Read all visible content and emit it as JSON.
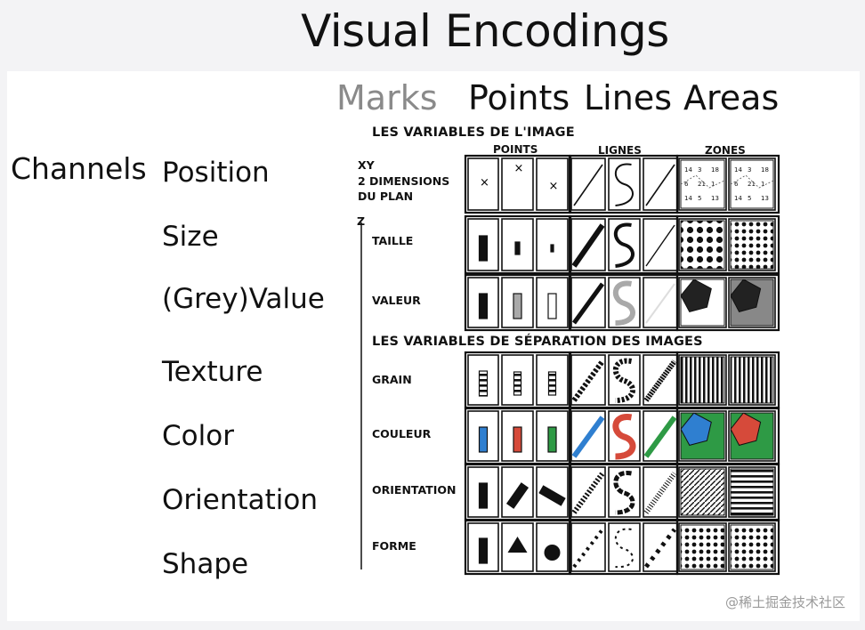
{
  "title": "Visual Encodings",
  "marks_header": {
    "label": "Marks",
    "points": "Points",
    "lines": "Lines",
    "areas": "Areas"
  },
  "channels_header": "Channels",
  "channels": [
    "Position",
    "Size",
    "(Grey)Value",
    "Texture",
    "Color",
    "Orientation",
    "Shape"
  ],
  "bertin": {
    "image_vars_title": "LES VARIABLES DE L'IMAGE",
    "separation_vars_title": "LES VARIABLES DE SÉPARATION DES IMAGES",
    "col_points": "POINTS",
    "col_lines": "LIGNES",
    "col_zones": "ZONES",
    "xy": "XY",
    "xy_line1": "2 DIMENSIONS",
    "xy_line2": "DU PLAN",
    "z": "Z",
    "rows": [
      "TAILLE",
      "VALEUR",
      "GRAIN",
      "COULEUR",
      "ORIENTATION",
      "FORME"
    ],
    "zone_numbers": [
      "14",
      "3",
      "18",
      "6",
      "21",
      "1",
      "14",
      "5",
      "13"
    ]
  },
  "colors": {
    "blue": "#2f7fd0",
    "red": "#d64a3a",
    "green": "#2e9a45",
    "grey": "#a9a9a9"
  },
  "watermark": "@稀土掘金技术社区"
}
